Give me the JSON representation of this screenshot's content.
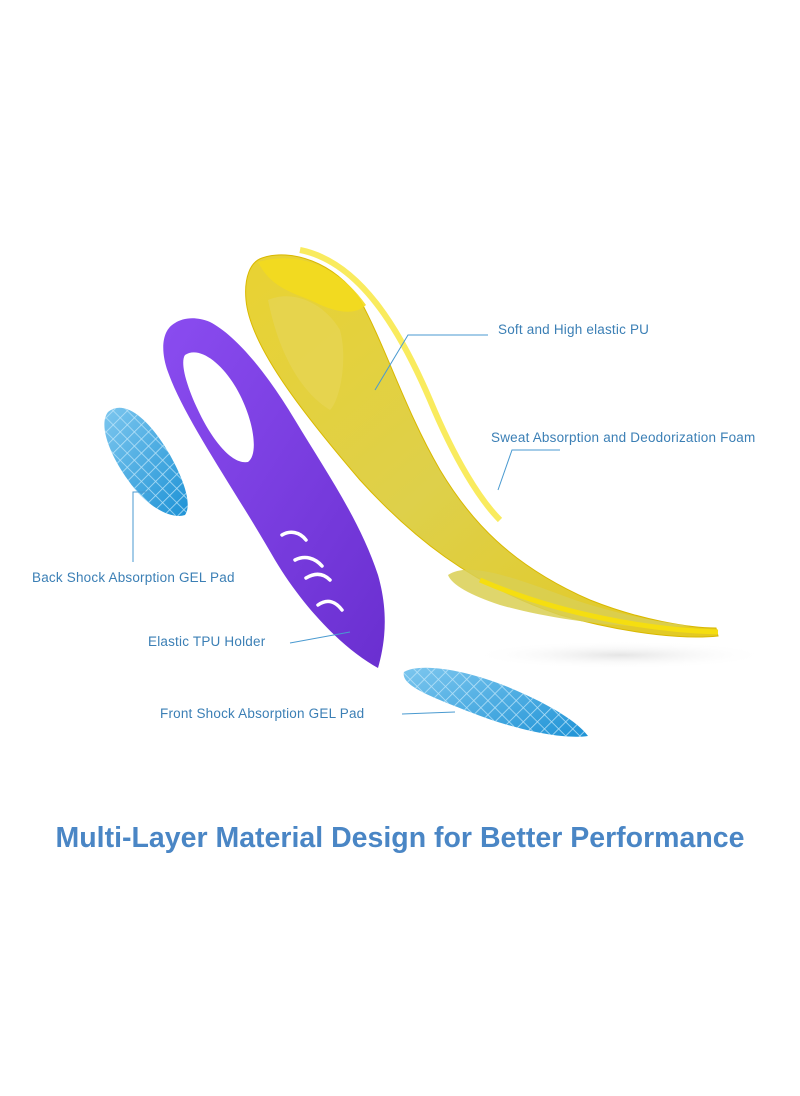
{
  "callouts": {
    "soft_pu": "Soft and High elastic PU",
    "sweat_foam": "Sweat Absorption and Deodorization Foam",
    "back_gel": "Back Shock Absorption GEL Pad",
    "tpu_holder": "Elastic TPU Holder",
    "front_gel": "Front Shock Absorption GEL Pad"
  },
  "headline": "Multi-Layer Material Design for Better Performance",
  "colors": {
    "callout_text": "#3b7fb5",
    "leader_line": "#4a9ad0",
    "headline": "#4a86c5",
    "pu_layer": "#f0d21a",
    "tpu_holder": "#7b3fe0",
    "gel_pad": "#3aa6dd"
  }
}
